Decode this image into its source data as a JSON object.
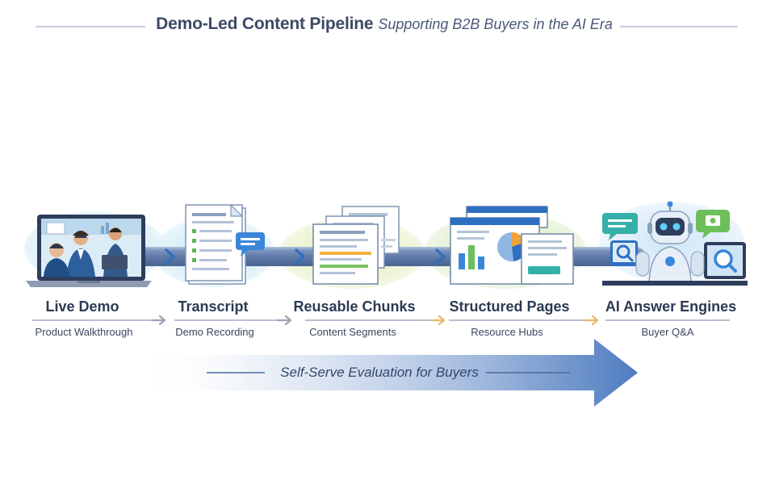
{
  "header": {
    "title": "Demo-Led Content Pipeline",
    "subtitle": "Supporting B2B Buyers in the AI Era"
  },
  "stages": [
    {
      "label": "Live Demo",
      "sublabel": "Product Walkthrough",
      "icon": "video-call-laptop-icon"
    },
    {
      "label": "Transcript",
      "sublabel": "Demo Recording",
      "icon": "transcript-document-icon"
    },
    {
      "label": "Reusable Chunks",
      "sublabel": "Content Segments",
      "icon": "stacked-documents-icon"
    },
    {
      "label": "Structured Pages",
      "sublabel": "Resource Hubs",
      "icon": "structured-web-pages-icon"
    },
    {
      "label": "AI Answer Engines",
      "sublabel": "Buyer Q&A",
      "icon": "ai-robot-icon"
    }
  ],
  "flow_banner": {
    "label": "Self-Serve Evaluation for Buyers"
  },
  "colors": {
    "pipeline": "#5d77a6",
    "accent_blue": "#2f7fd1",
    "accent_green": "#6cbf5a",
    "accent_orange": "#f0a23a",
    "title": "#3c4a66"
  }
}
